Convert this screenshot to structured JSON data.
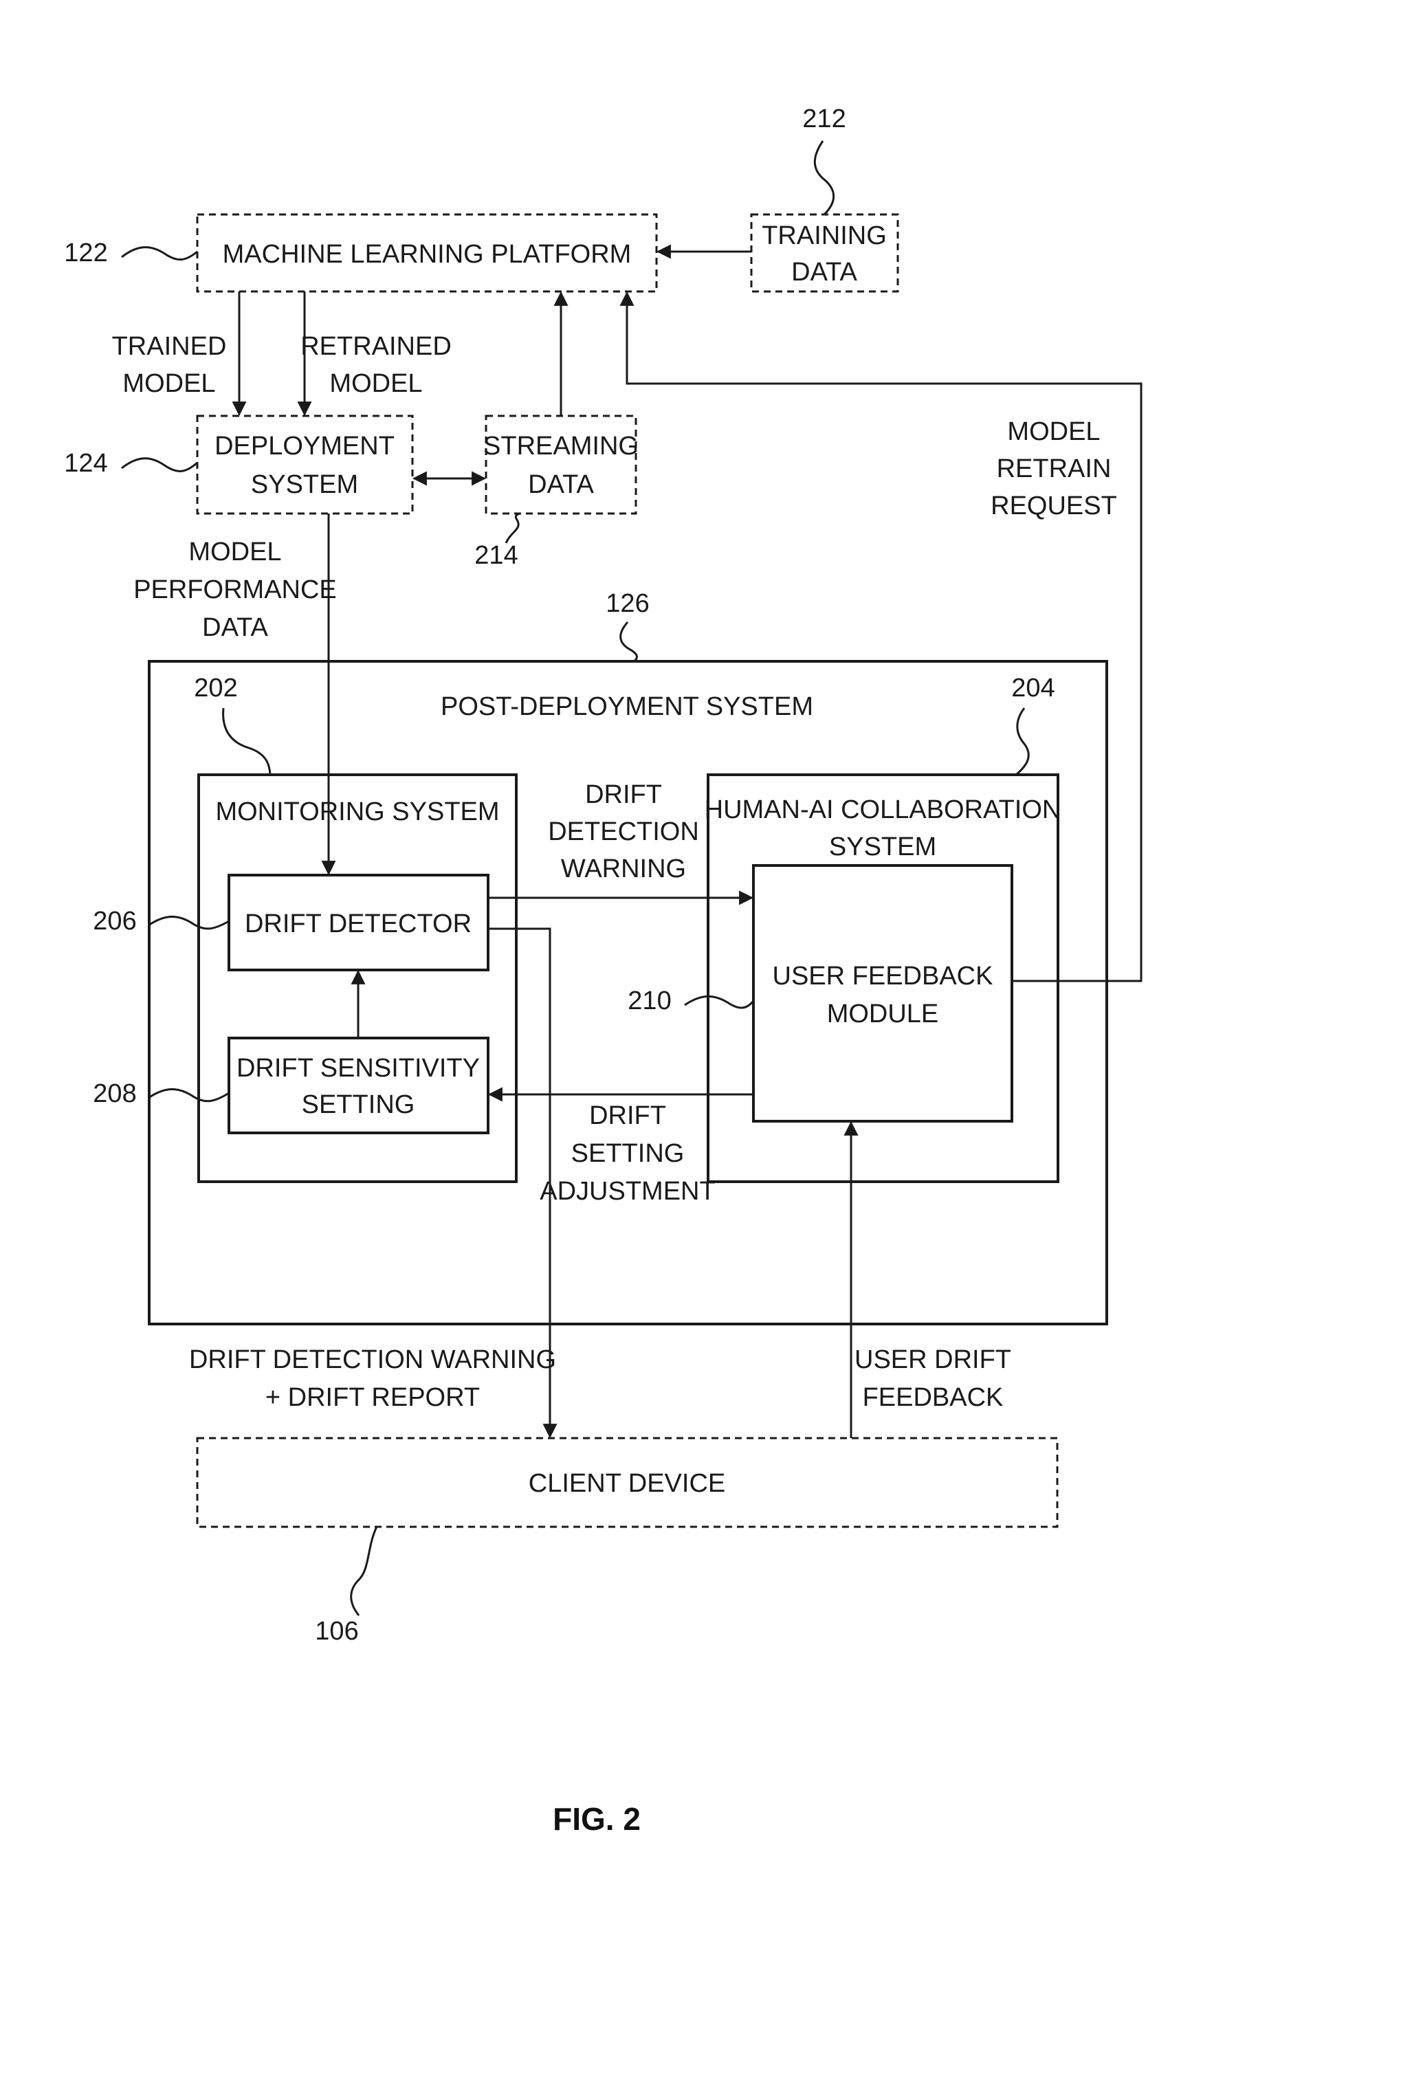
{
  "boxes": {
    "ml_platform": "MACHINE LEARNING PLATFORM",
    "training_data": [
      "TRAINING",
      "DATA"
    ],
    "deployment_system": [
      "DEPLOYMENT",
      "SYSTEM"
    ],
    "streaming_data": [
      "STREAMING",
      "DATA"
    ],
    "post_deployment": "POST-DEPLOYMENT SYSTEM",
    "monitoring": "MONITORING SYSTEM",
    "human_ai": [
      "HUMAN-AI COLLABORATION",
      "SYSTEM"
    ],
    "drift_detector": "DRIFT DETECTOR",
    "drift_sensitivity": [
      "DRIFT SENSITIVITY",
      "SETTING"
    ],
    "user_feedback": [
      "USER FEEDBACK",
      "MODULE"
    ],
    "client_device": "CLIENT DEVICE"
  },
  "edge_labels": {
    "trained_model": [
      "TRAINED",
      "MODEL"
    ],
    "retrained_model": [
      "RETRAINED",
      "MODEL"
    ],
    "model_performance": [
      "MODEL",
      "PERFORMANCE",
      "DATA"
    ],
    "model_retrain_request": [
      "MODEL",
      "RETRAIN",
      "REQUEST"
    ],
    "drift_detection_warning": [
      "DRIFT",
      "DETECTION",
      "WARNING"
    ],
    "drift_setting_adjustment": [
      "DRIFT",
      "SETTING",
      "ADJUSTMENT"
    ],
    "drift_warning_report": [
      "DRIFT DETECTION WARNING",
      "+ DRIFT REPORT"
    ],
    "user_drift_feedback": [
      "USER DRIFT",
      "FEEDBACK"
    ]
  },
  "refs": {
    "r122": "122",
    "r124": "124",
    "r126": "126",
    "r202": "202",
    "r204": "204",
    "r206": "206",
    "r208": "208",
    "r210": "210",
    "r212": "212",
    "r214": "214",
    "r106": "106"
  },
  "figure_label": "FIG. 2"
}
